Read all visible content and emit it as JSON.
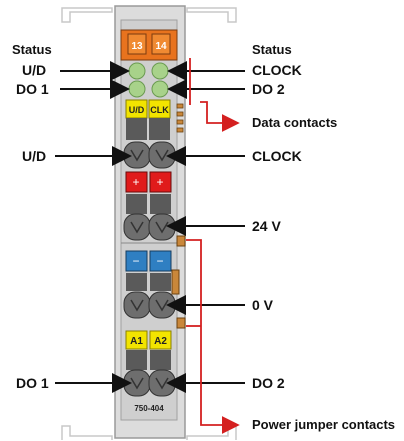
{
  "labels": {
    "status_left": "Status",
    "status_right": "Status",
    "left_ud_top": "U/D",
    "left_do1_top": "DO 1",
    "left_ud_mid": "U/D",
    "left_do1_bottom": "DO 1",
    "right_clock_top": "CLOCK",
    "right_do2_top": "DO 2",
    "right_data_contacts": "Data contacts",
    "right_clock_mid": "CLOCK",
    "right_24v": "24 V",
    "right_0v": "0 V",
    "right_do2_bottom": "DO 2",
    "right_power_jumper": "Power jumper contacts"
  },
  "module": {
    "led_left": "13",
    "led_right": "14",
    "tag_ud": "U/D",
    "tag_clk": "CLK",
    "tag_a1": "A1",
    "tag_a2": "A2",
    "part_number": "750-404"
  },
  "colors": {
    "orange_led": "#e8731e",
    "green_led": "#a8d28a",
    "yellow_tag": "#f2e400",
    "red_plus": "#e01b1b",
    "blue_minus": "#2f7fc2",
    "arrow_red": "#d42020",
    "body_gray": "#d9d9d9"
  }
}
